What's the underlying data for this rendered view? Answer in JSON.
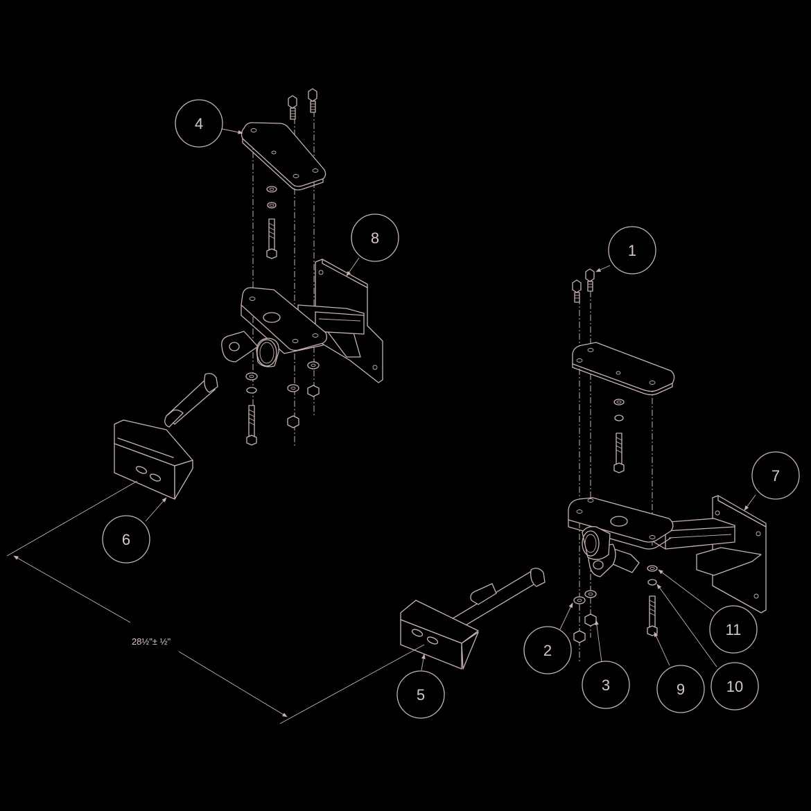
{
  "callouts": [
    {
      "id": "1",
      "label": "1"
    },
    {
      "id": "2",
      "label": "2"
    },
    {
      "id": "3",
      "label": "3"
    },
    {
      "id": "4",
      "label": "4"
    },
    {
      "id": "5",
      "label": "5"
    },
    {
      "id": "6",
      "label": "6"
    },
    {
      "id": "7",
      "label": "7"
    },
    {
      "id": "8",
      "label": "8"
    },
    {
      "id": "9",
      "label": "9"
    },
    {
      "id": "10",
      "label": "10"
    },
    {
      "id": "11",
      "label": "11"
    }
  ],
  "dimension": {
    "label": "28½\"± ½\""
  },
  "colors": {
    "background": "#000000",
    "line": "#c9b4b0"
  }
}
